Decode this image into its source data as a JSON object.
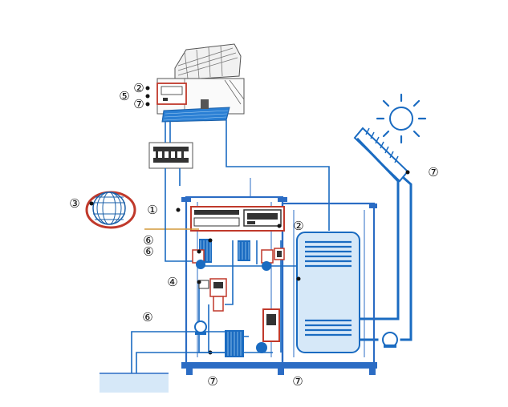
{
  "callouts": {
    "house_1": "②",
    "house_2": "⑤",
    "house_3": "⑦",
    "globe": "③",
    "controller": "①",
    "controller_right": "②",
    "valve_a": "⑥",
    "valve_b": "⑥",
    "module": "④",
    "ground_pump": "⑥",
    "solar": "⑦",
    "bottom_left": "⑦",
    "bottom_right": "⑦"
  },
  "colors": {
    "pipe": "#1a6bc1",
    "accent_red": "#c0392b",
    "tank_fill": "#d6e8f8"
  }
}
